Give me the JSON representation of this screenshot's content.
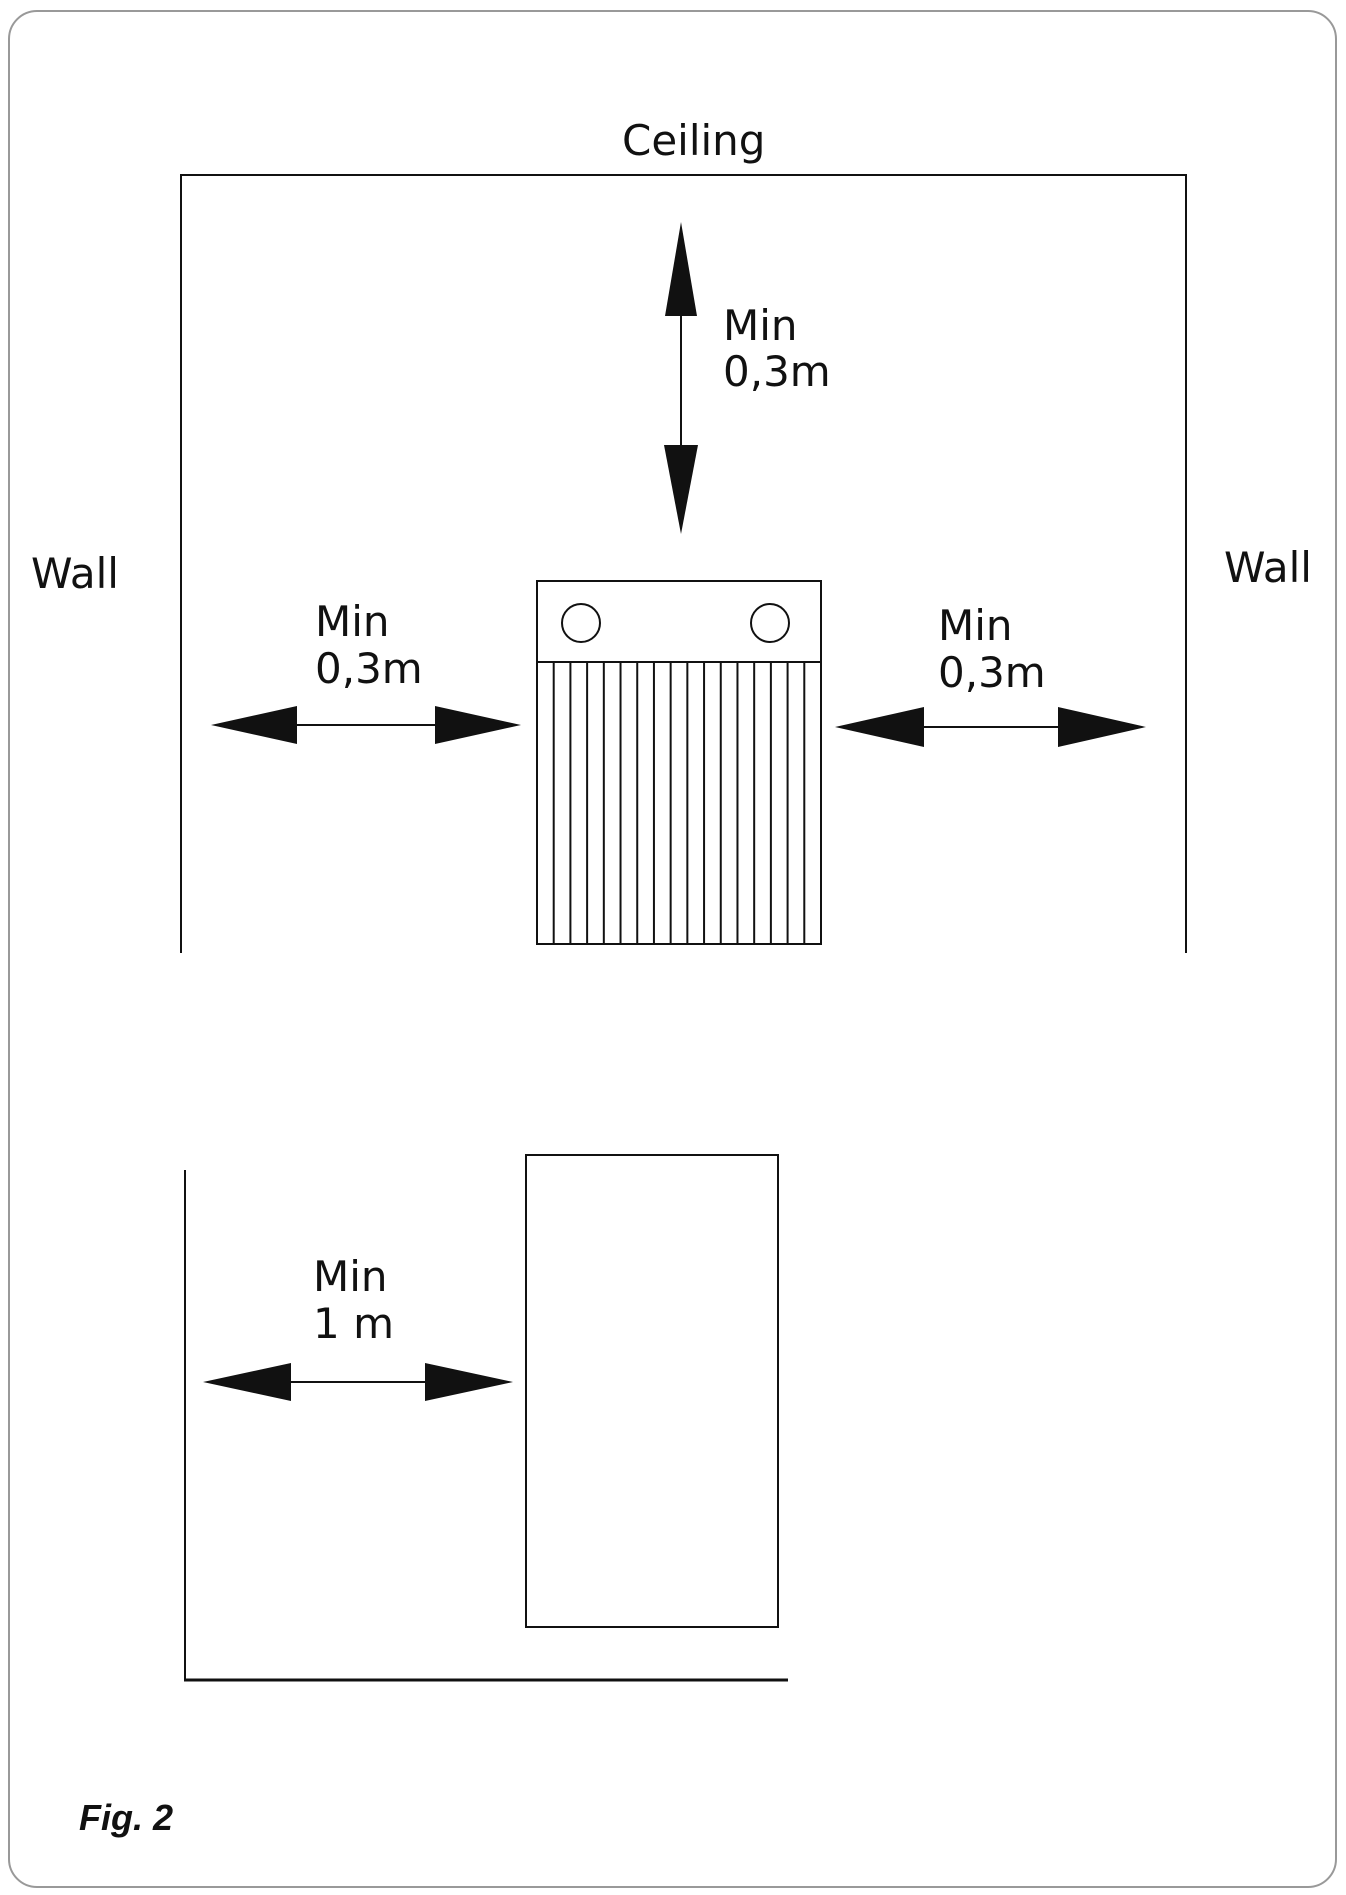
{
  "labels": {
    "ceiling": "Ceiling",
    "wall_left": "Wall",
    "wall_right": "Wall",
    "top_min": "Min",
    "top_dist": "0,3m",
    "left_min": "Min",
    "left_dist": "0,3m",
    "right_min": "Min",
    "right_dist": "0,3m",
    "bottom_min": "Min",
    "bottom_dist": "1 m"
  },
  "caption": "Fig. 2",
  "colors": {
    "ink": "#111111",
    "frame": "#999999",
    "background": "#ffffff"
  }
}
